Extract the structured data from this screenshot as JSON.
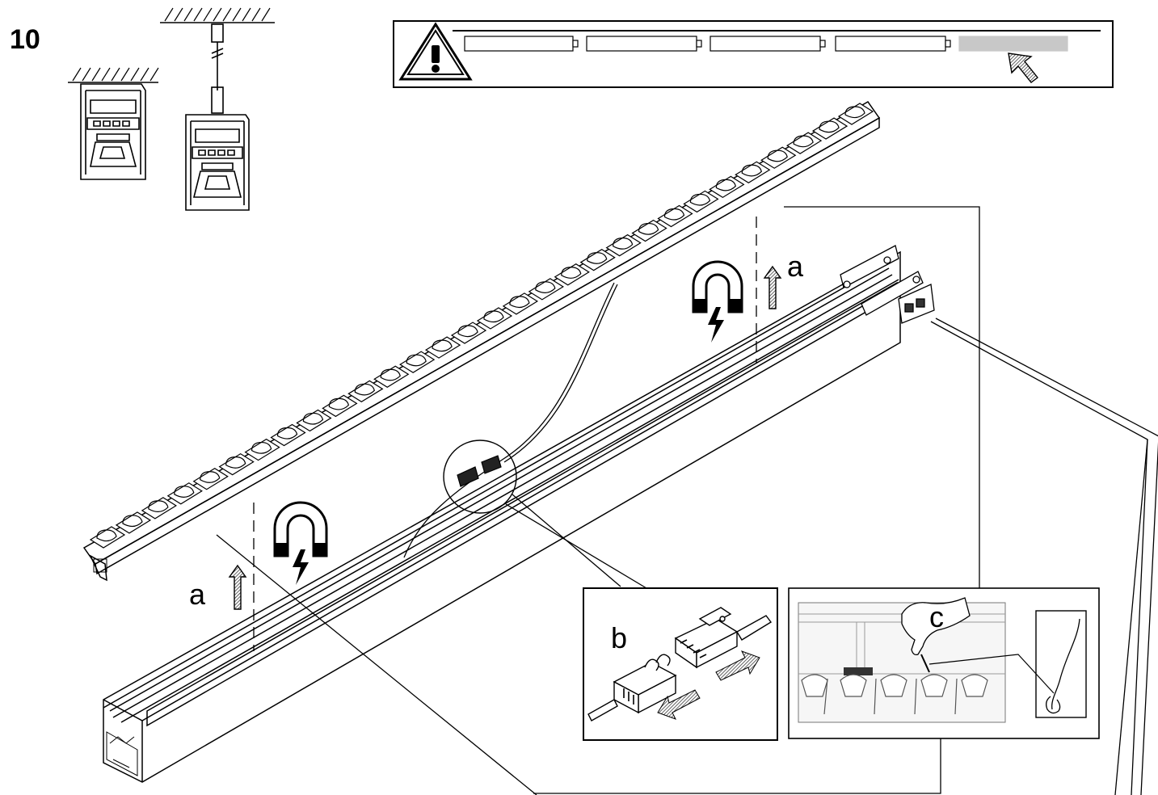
{
  "step_number": "10",
  "labels": {
    "a_upper": "a",
    "a_lower": "a",
    "b": "b",
    "c": "c"
  },
  "warning_strip": {
    "segments": 5,
    "highlighted_segment": 5,
    "highlight_color": "#c8c8c8"
  },
  "icons": [
    "warning-triangle-icon",
    "cursor-arrow-icon",
    "magnet-icon",
    "lightning-icon",
    "arrow-up-icon",
    "push-arrow-icon",
    "pull-arrow-icon",
    "hand-icon",
    "hook-icon"
  ],
  "colors": {
    "line": "#000000",
    "background": "#ffffff",
    "arrow_fill": "#555555"
  }
}
